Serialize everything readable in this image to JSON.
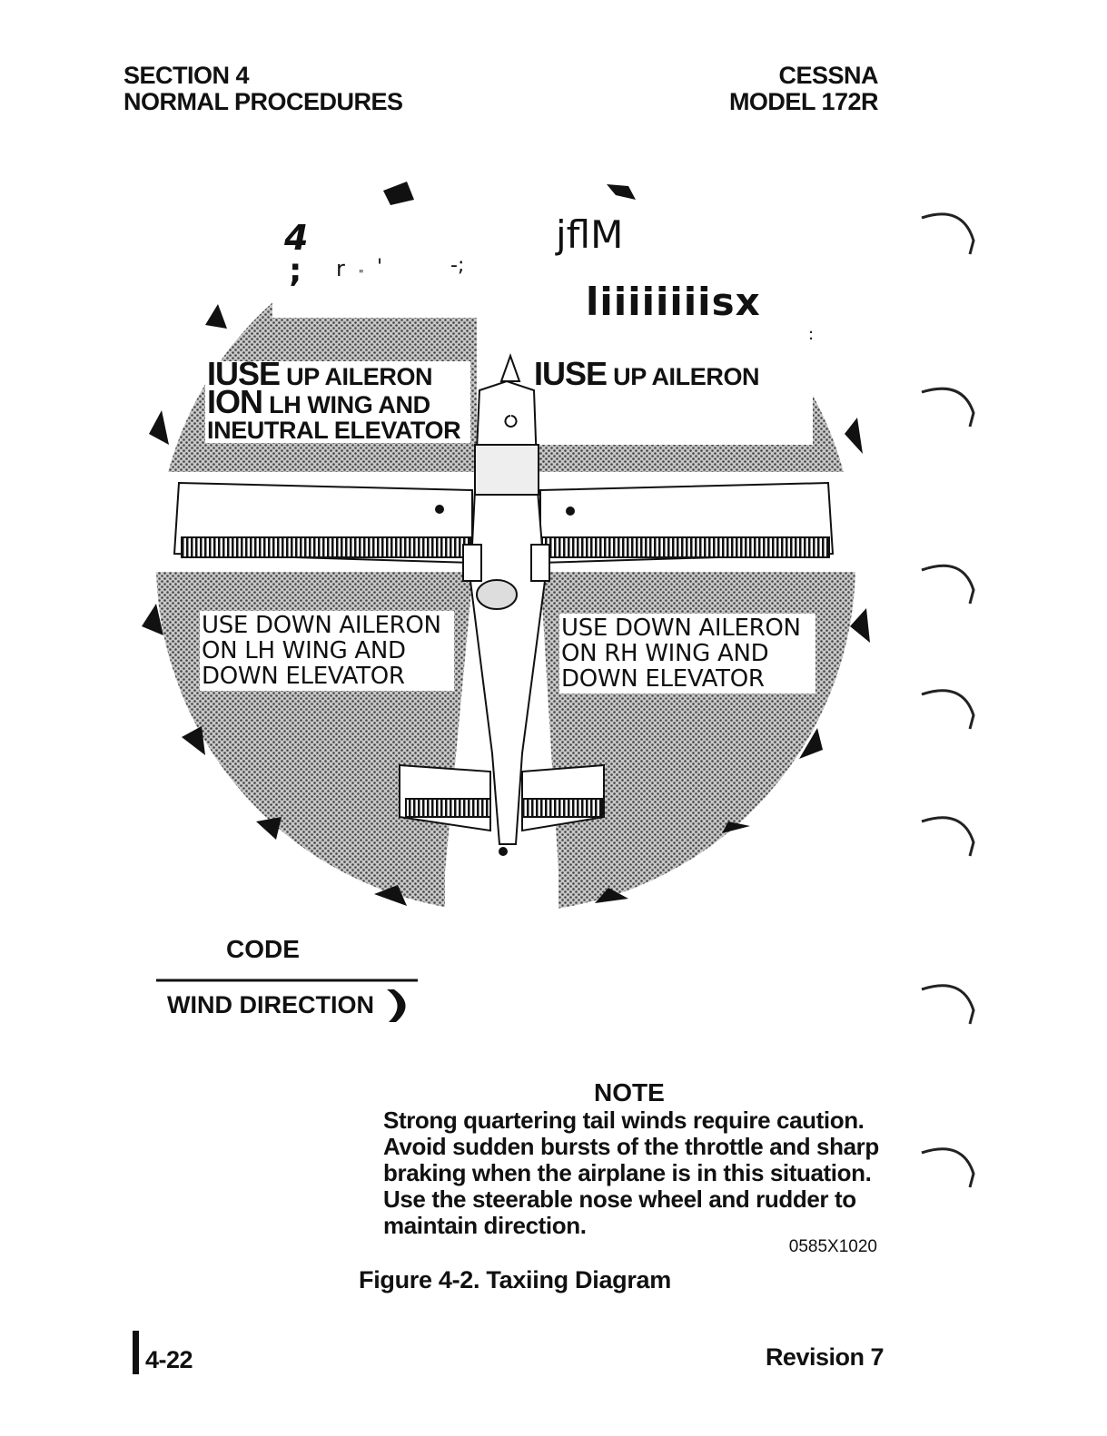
{
  "header": {
    "section": "SECTION 4",
    "title": "NORMAL PROCEDURES",
    "brand": "CESSNA",
    "model": "MODEL 172R"
  },
  "diagram": {
    "noise": {
      "n1": "4",
      "n2": ";",
      "n3": "r",
      "n4": "\"",
      "n5": "'",
      "n6": "-;",
      "n7": "jflM",
      "n8": "liiiiiiiisx",
      "n9": ":"
    },
    "upper_left": {
      "l1a": "IUSE",
      "l1b": " UP AILERON",
      "l2a": "ION",
      "l2b": " LH WING AND",
      "l3": "INEUTRAL ELEVATOR"
    },
    "upper_right": {
      "l1a": "IUSE",
      "l1b": " UP AILERON"
    },
    "lower_left": {
      "l1": "USE DOWN AILERON",
      "l2": "ON LH WING AND",
      "l3": "DOWN ELEVATOR"
    },
    "lower_right": {
      "l1": "USE DOWN AILERON",
      "l2": "ON RH WING AND",
      "l3": "DOWN ELEVATOR"
    }
  },
  "code": {
    "title": "CODE",
    "wind_label": "WIND DIRECTION"
  },
  "note": {
    "title": "NOTE",
    "lines": [
      "Strong quartering tail winds require caution.",
      "Avoid sudden bursts of the throttle and  sharp",
      "braking when the airplane is in this situation.",
      "Use the steerable nose wheel and rudder to",
      "maintain direction."
    ],
    "ref": "0585X1020"
  },
  "caption": "Figure 4-2. Taxiing Diagram",
  "footer": {
    "page": "4-22",
    "revision": "Revision 7"
  }
}
